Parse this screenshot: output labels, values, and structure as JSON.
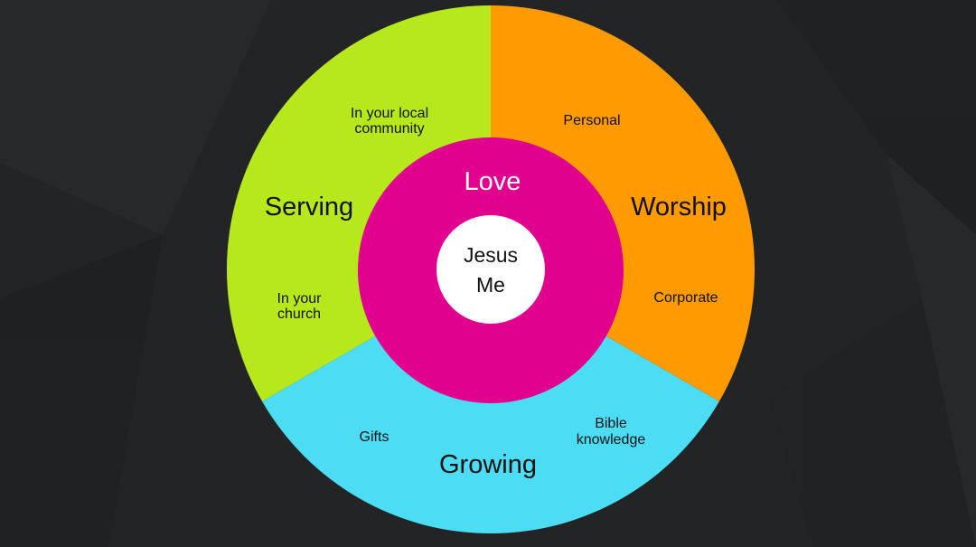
{
  "center": {
    "line1": "Jesus",
    "line2": "Me"
  },
  "ring": {
    "label": "Love"
  },
  "segments": [
    {
      "name": "Serving",
      "items": [
        [
          "In your local",
          "community"
        ],
        [
          "In your",
          "church"
        ]
      ]
    },
    {
      "name": "Worship",
      "items": [
        [
          "Personal"
        ],
        [
          "Corporate"
        ]
      ]
    },
    {
      "name": "Growing",
      "items": [
        [
          "Gifts"
        ],
        [
          "Bible",
          "knowledge"
        ]
      ]
    }
  ],
  "colors": {
    "serving": "#b6e81c",
    "worship": "#ff9a00",
    "growing": "#4cdcf4",
    "love": "#e2008f",
    "center": "#ffffff",
    "background": "#222426"
  }
}
